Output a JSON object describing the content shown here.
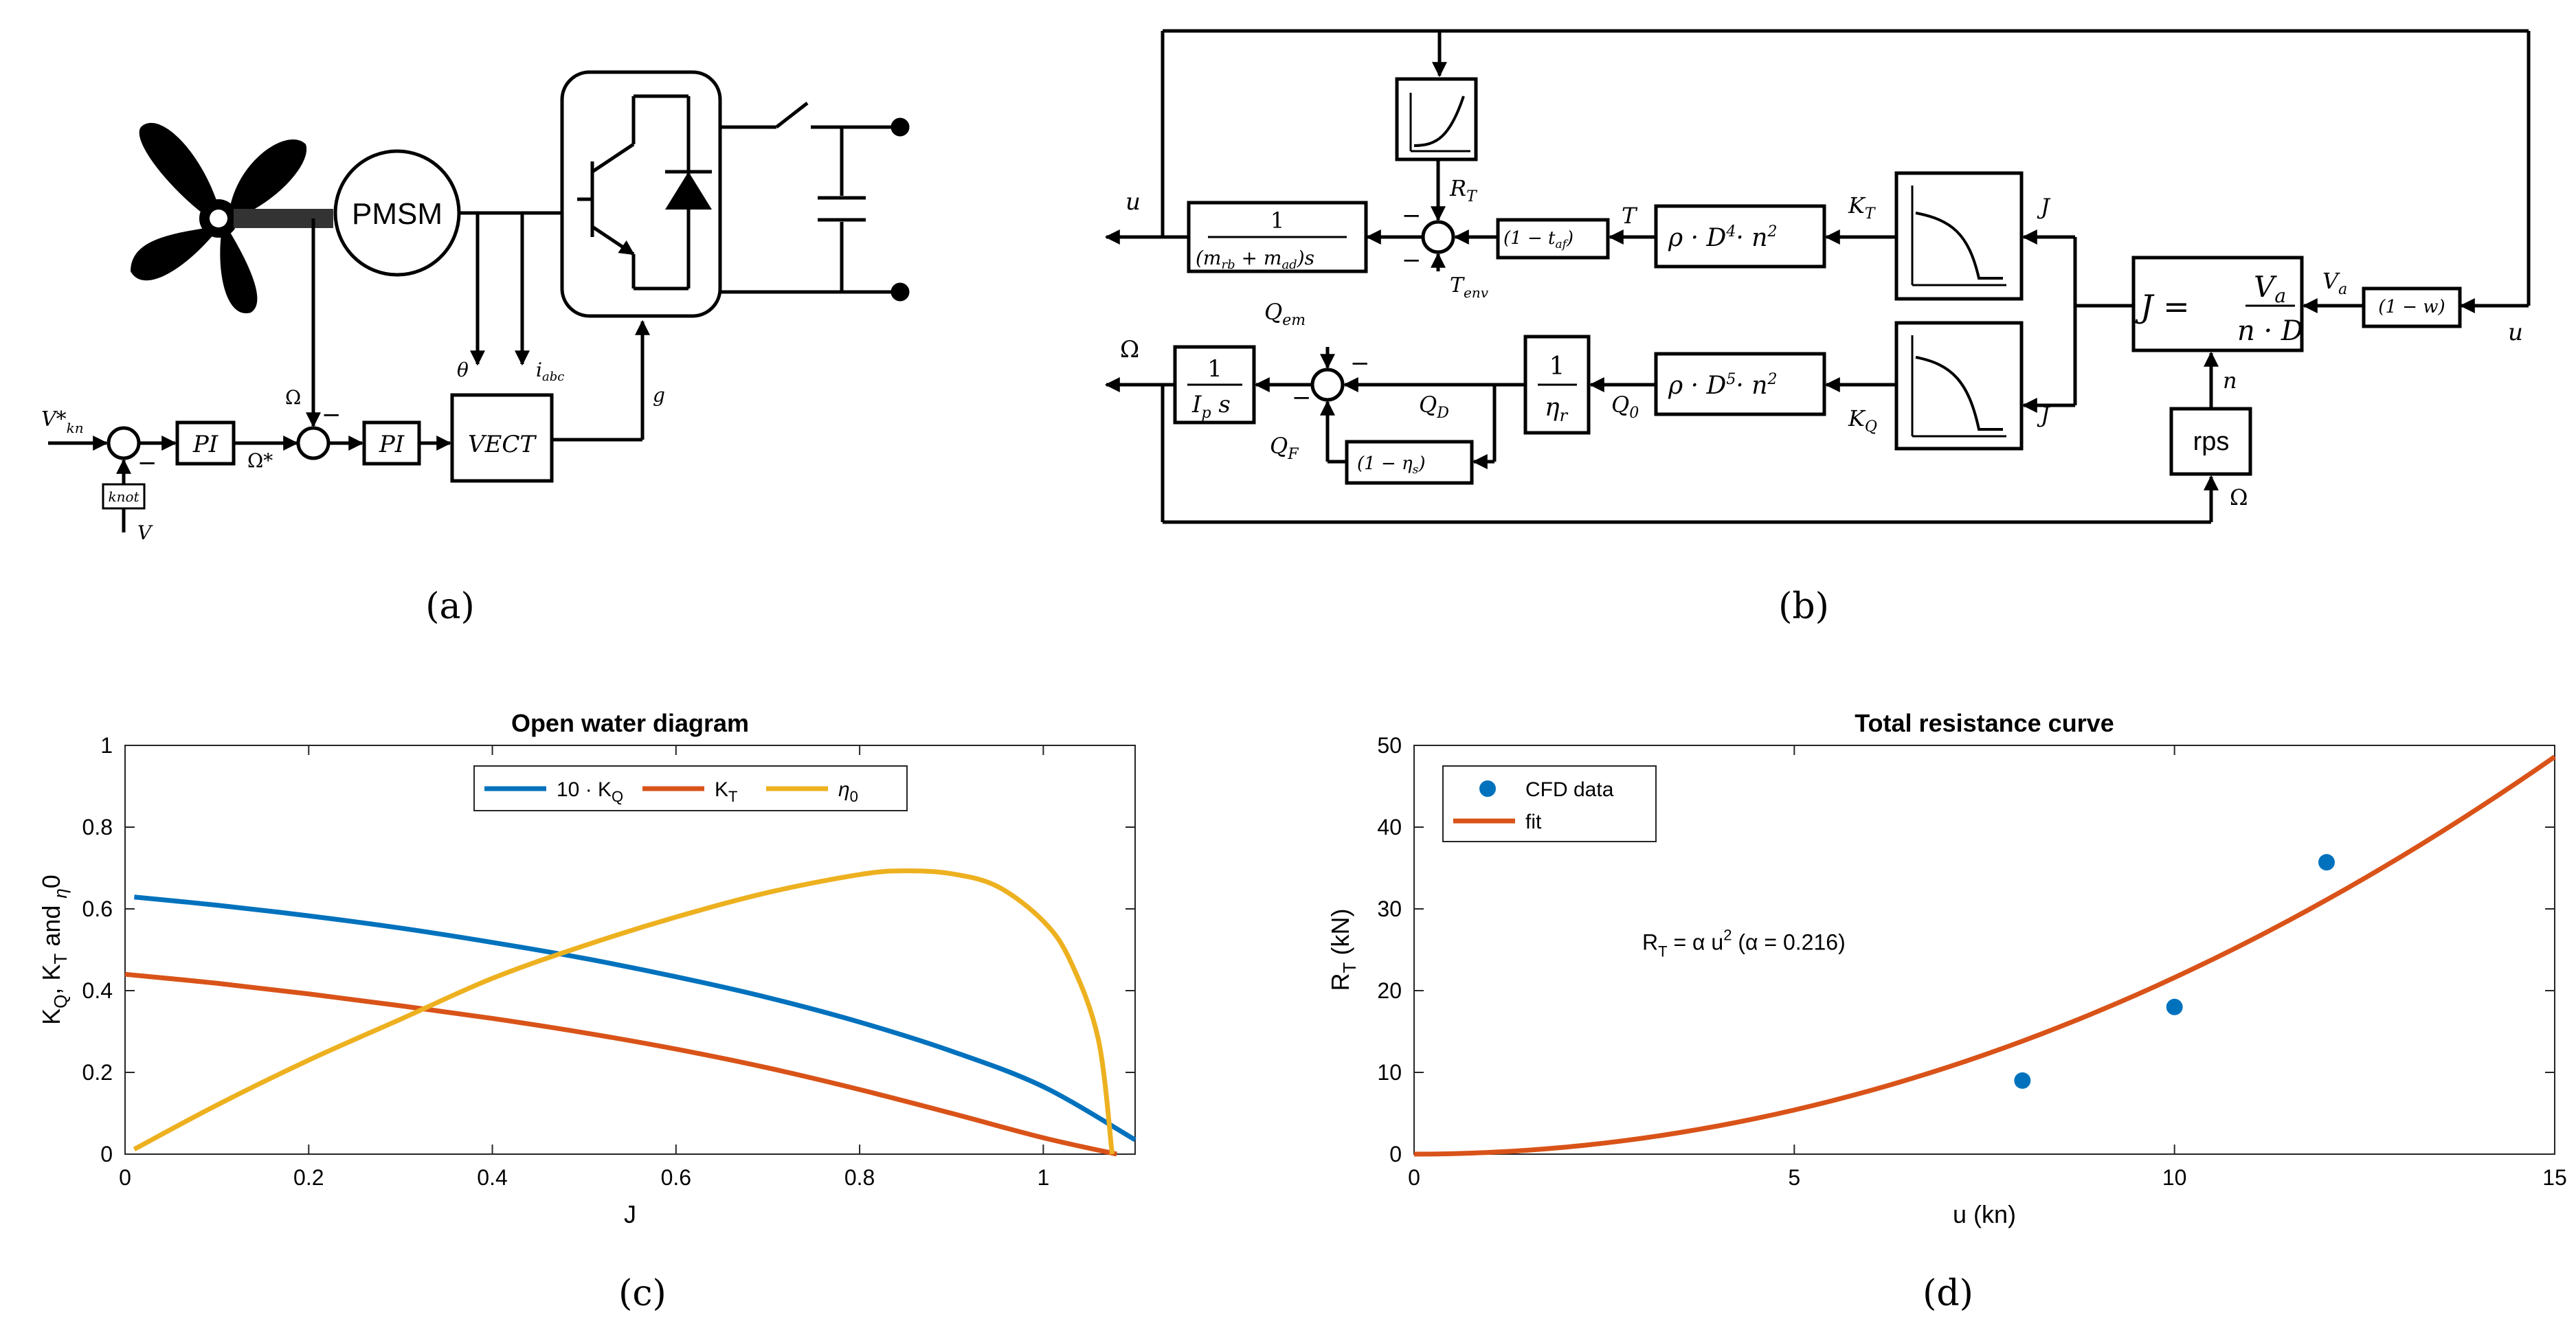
{
  "panel_labels": {
    "a": "(a)",
    "b": "(b)",
    "c": "(c)",
    "d": "(d)"
  },
  "panel_a": {
    "motor_label": "PMSM",
    "ref_label": "V*",
    "ref_sub": "kn",
    "knot_label": "knot",
    "v_label": "V",
    "pi1_label": "PI",
    "pi2_label": "PI",
    "omega_star_label": "Ω*",
    "omega_label": "Ω",
    "vect_label": "VECT",
    "theta_label": "θ",
    "iabc_label": "i",
    "iabc_sub": "abc",
    "g_label": "g",
    "minus": "−"
  },
  "panel_b": {
    "u_out": "u",
    "u_in": "u",
    "omega_out": "Ω",
    "omega_fb": "Ω",
    "mass_num": "1",
    "mass_den": "(m  + m  )s",
    "mass_den_rb": "rb",
    "mass_den_ad": "ad",
    "rt_label": "R",
    "rt_sub": "T",
    "tenv_label": "T",
    "tenv_sub": "env",
    "taf_box": "(1 − t  )",
    "taf_sub": "af",
    "t_label": "T",
    "thrust_box": "ρ · D",
    "thrust_exp": "4",
    "thrust_n": "· n",
    "thrust_n_exp": "2",
    "kt_label": "K",
    "kt_sub": "T",
    "kq_label": "K",
    "kq_sub": "Q",
    "j_label_1": "J",
    "j_label_2": "J",
    "j_eq_lhs": "J =",
    "j_eq_num": "V",
    "j_eq_num_sub": "a",
    "j_eq_den": "n · D",
    "va_label": "V",
    "va_sub": "a",
    "wake_box": "(1 − w)",
    "n_label": "n",
    "rps_label": "rps",
    "qem_label": "Q",
    "qem_sub": "em",
    "qd_label": "Q",
    "qd_sub": "D",
    "qf_label": "Q",
    "qf_sub": "F",
    "q0_label": "Q",
    "q0_sub": "0",
    "ip_num": "1",
    "ip_den": "I",
    "ip_den_sub": "p",
    "ip_den_s": " s",
    "eta_num": "1",
    "eta_den": "η",
    "eta_den_sub": "r",
    "etas_box": "(1 − η  )",
    "etas_sub": "s",
    "torque_box": "ρ · D",
    "torque_exp": "5",
    "torque_n": "· n",
    "torque_n_exp": "2",
    "minus": "−"
  },
  "chart_data": [
    {
      "type": "line",
      "title": "Open water diagram",
      "xlabel": "J",
      "ylabel": "K",
      "ylabel_parts": [
        "K",
        "Q",
        ", K",
        "T",
        " and ",
        "η",
        "0"
      ],
      "xlim": [
        0,
        1.1
      ],
      "ylim": [
        0,
        1
      ],
      "xticks": [
        0,
        0.2,
        0.4,
        0.6,
        0.8,
        1
      ],
      "xtick_labels": [
        "0",
        "0.2",
        "0.4",
        "0.6",
        "0.8",
        "1"
      ],
      "yticks": [
        0,
        0.2,
        0.4,
        0.6,
        0.8,
        1
      ],
      "ytick_labels": [
        "0",
        "0.2",
        "0.4",
        "0.6",
        "0.8",
        "1"
      ],
      "grid": false,
      "legend_position": "top-center",
      "legend_labels": [
        "10 · K",
        "K",
        "η"
      ],
      "legend_subs": [
        "Q",
        "T",
        "0"
      ],
      "series": [
        {
          "name": "10 · KQ",
          "color": "#0072BD",
          "x": [
            0.01,
            0.1,
            0.2,
            0.3,
            0.4,
            0.5,
            0.6,
            0.7,
            0.8,
            0.9,
            1.0,
            1.1
          ],
          "y": [
            0.629,
            0.609,
            0.583,
            0.553,
            0.518,
            0.479,
            0.434,
            0.383,
            0.323,
            0.252,
            0.165,
            0.035
          ]
        },
        {
          "name": "KT",
          "color": "#D95319",
          "x": [
            0.0,
            0.1,
            0.2,
            0.3,
            0.4,
            0.5,
            0.6,
            0.7,
            0.8,
            0.9,
            1.0,
            1.08
          ],
          "y": [
            0.44,
            0.418,
            0.392,
            0.363,
            0.332,
            0.297,
            0.257,
            0.211,
            0.158,
            0.1,
            0.04,
            0.0
          ]
        },
        {
          "name": "η0",
          "color": "#EDB120",
          "x": [
            0.01,
            0.1,
            0.2,
            0.3,
            0.4,
            0.5,
            0.6,
            0.7,
            0.8,
            0.85,
            0.9,
            0.95,
            1.0,
            1.03,
            1.06,
            1.075
          ],
          "y": [
            0.012,
            0.12,
            0.23,
            0.33,
            0.43,
            0.51,
            0.58,
            0.64,
            0.684,
            0.693,
            0.686,
            0.655,
            0.57,
            0.47,
            0.28,
            0.0
          ]
        }
      ]
    },
    {
      "type": "scatter",
      "title": "Total resistance curve",
      "xlabel": "u (kn)",
      "ylabel": "R",
      "ylabel_parts": [
        "R",
        "T",
        " (kN)"
      ],
      "xlim": [
        0,
        15
      ],
      "ylim": [
        0,
        50
      ],
      "xticks": [
        0,
        5,
        10,
        15
      ],
      "xtick_labels": [
        "0",
        "5",
        "10",
        "15"
      ],
      "yticks": [
        0,
        10,
        20,
        30,
        40,
        50
      ],
      "ytick_labels": [
        "0",
        "10",
        "20",
        "30",
        "40",
        "50"
      ],
      "grid": false,
      "legend_position": "top-left",
      "annotation": {
        "text": "R",
        "sub": "T",
        "mid": " = α u",
        "sup": "2",
        "tail": " (α = 0.216)"
      },
      "series": [
        {
          "name": "CFD data",
          "color": "#0072BD",
          "kind": "scatter",
          "x": [
            8,
            10,
            12
          ],
          "y": [
            9,
            18,
            35.7
          ]
        },
        {
          "name": "fit",
          "color": "#D95319",
          "kind": "line",
          "alpha": 0.216,
          "x": [
            0,
            1,
            2,
            3,
            4,
            5,
            6,
            7,
            8,
            9,
            10,
            11,
            12,
            13,
            14,
            15
          ],
          "y": [
            0,
            0.216,
            0.864,
            1.944,
            3.456,
            5.4,
            7.776,
            10.584,
            13.824,
            17.496,
            21.6,
            26.136,
            31.104,
            36.504,
            42.336,
            48.6
          ]
        }
      ]
    }
  ]
}
